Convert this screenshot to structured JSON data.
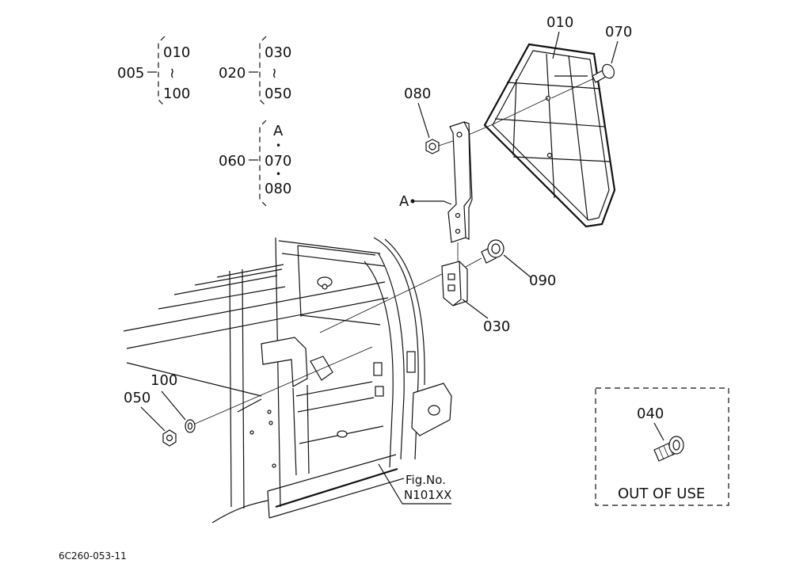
{
  "callouts": {
    "p005": "005",
    "p010_range_a": "010",
    "p100_range_a": "100",
    "p020": "020",
    "p030_range_b": "030",
    "p050_range_b": "050",
    "p060": "060",
    "ref_a_set": "A",
    "p070_set": "070",
    "p080_set": "080",
    "range_symbol": "≀",
    "dot_symbol": "•",
    "p010": "010",
    "p070": "070",
    "p080": "080",
    "ref_a": "A",
    "p090": "090",
    "p030": "030",
    "p100": "100",
    "p050": "050",
    "p040": "040"
  },
  "inset": {
    "note": "OUT OF USE"
  },
  "figure_ref": {
    "line1": "Fig.No.",
    "line2": "N101XX"
  },
  "drawing_code": "6C260-053-11"
}
